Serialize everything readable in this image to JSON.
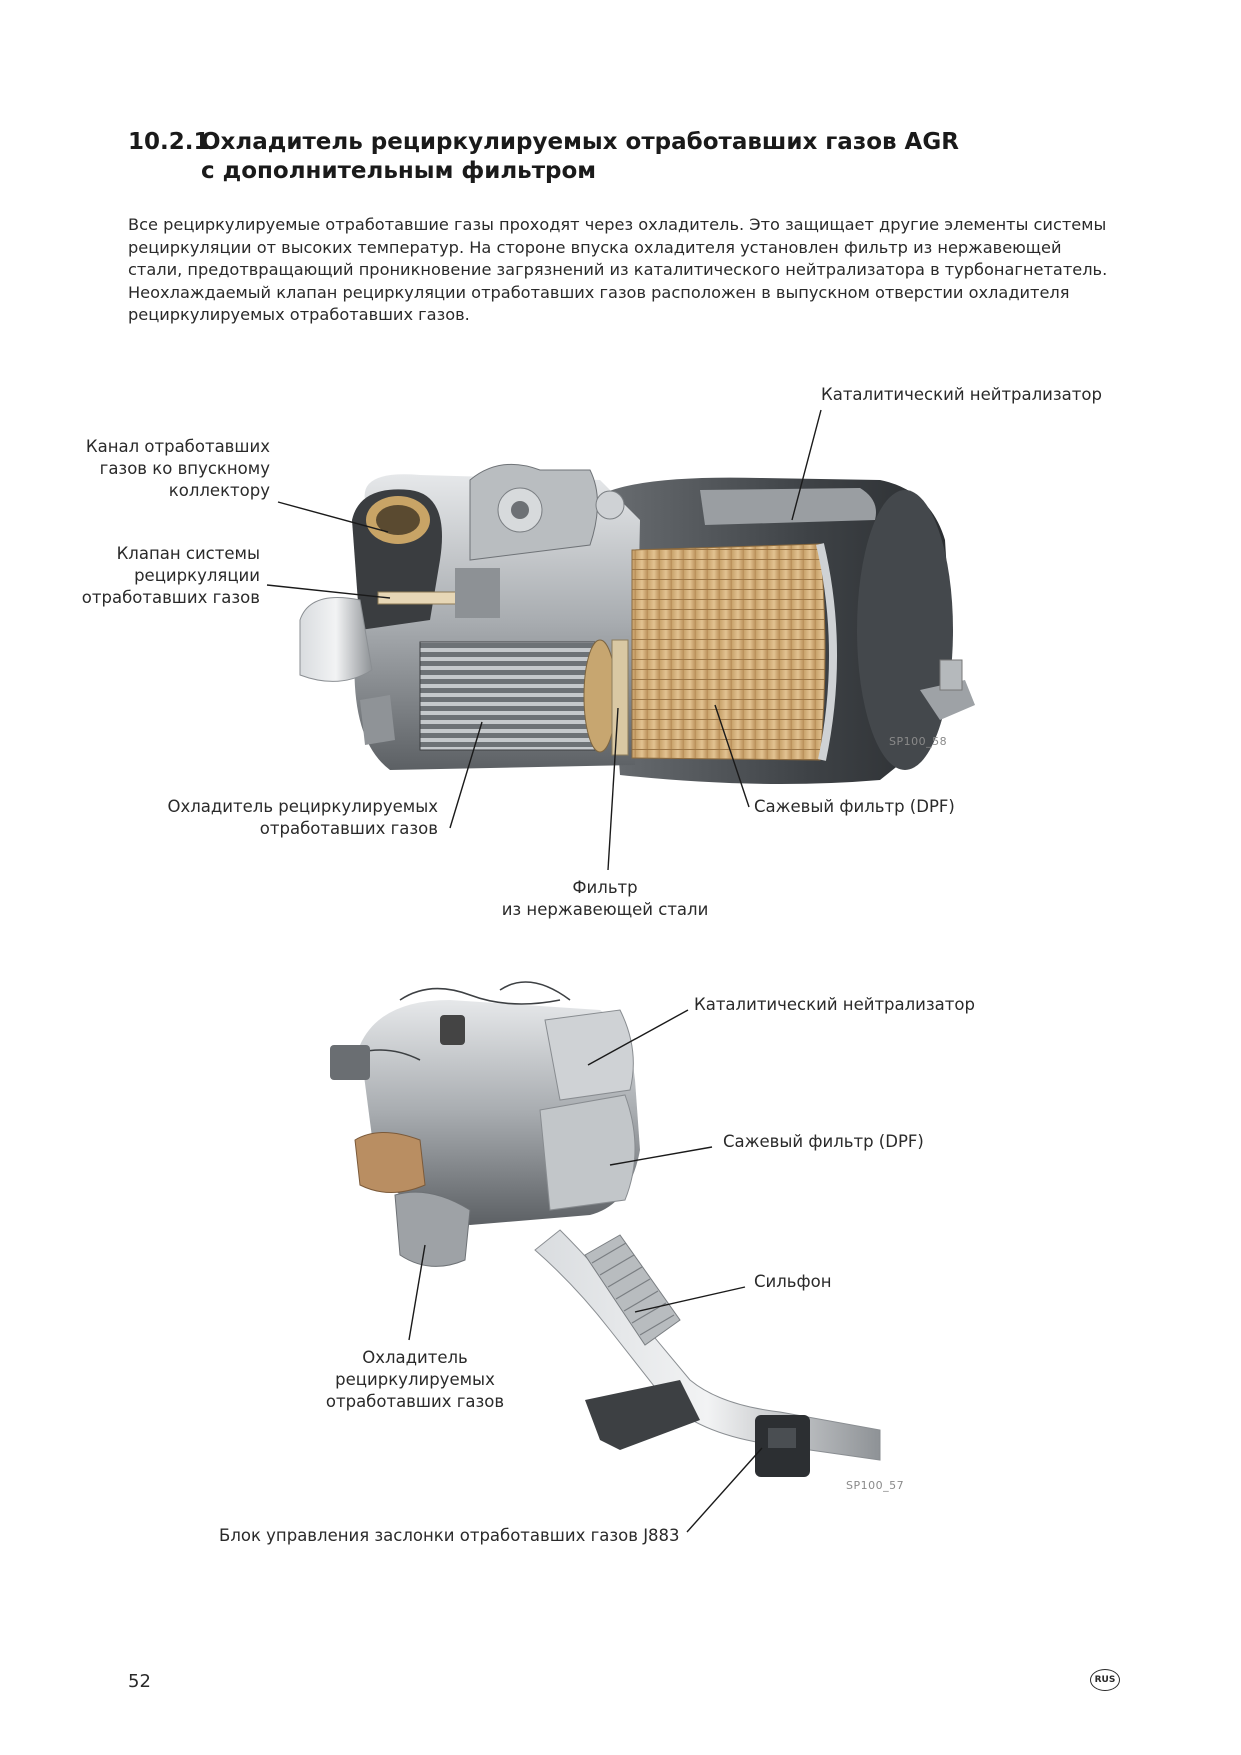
{
  "section": {
    "number": "10.2.1",
    "title_line1": "Охладитель рециркулируемых отработавших газов AGR",
    "title_line2": "с дополнительным фильтром"
  },
  "intro_lines": [
    "Все рециркулируемые отработавшие газы проходят через охладитель. Это защищает другие элементы системы",
    "рециркуляции от высоких температур. На стороне впуска охладителя установлен фильтр из нержавеющей",
    "стали, предотвращающий проникновение загрязнений из каталитического нейтрализатора в турбонагнетатель.",
    "Неохлаждаемый клапан рециркуляции отработавших газов расположен в выпускном отверстии охладителя",
    "рециркулируемых отработавших газов."
  ],
  "figure1": {
    "code": "SP100_58",
    "labels": {
      "catalyst": "Каталитический нейтрализатор",
      "intake_channel": [
        "Канал отработавших",
        "газов ко впускному",
        "коллектору"
      ],
      "egr_valve": [
        "Клапан системы",
        "рециркуляции",
        "отработавших газов"
      ],
      "egr_cooler": [
        "Охладитель рециркулируемых",
        "отработавших газов"
      ],
      "dpf": "Сажевый фильтр (DPF)",
      "steel_filter": [
        "Фильтр",
        "из нержавеющей стали"
      ]
    }
  },
  "figure2": {
    "code": "SP100_57",
    "labels": {
      "catalyst": "Каталитический нейтрализатор",
      "dpf": "Сажевый фильтр (DPF)",
      "bellows": "Сильфон",
      "egr_cooler": [
        "Охладитель",
        "рециркулируемых",
        "отработавших газов"
      ],
      "flap_unit": "Блок управления заслонки отработавших газов J883"
    }
  },
  "footer": {
    "page": "52",
    "lang_badge": "RUS"
  }
}
